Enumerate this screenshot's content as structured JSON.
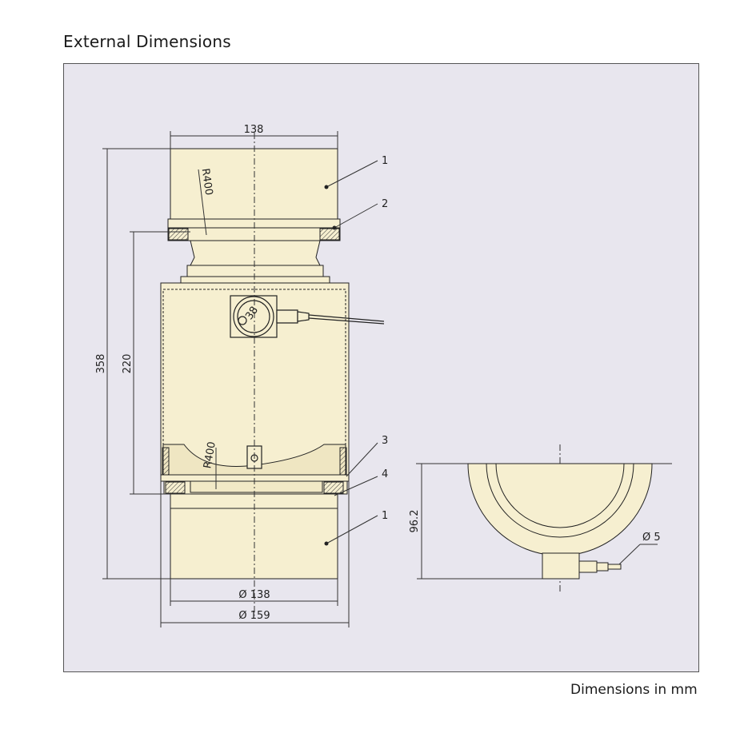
{
  "heading": "External Dimensions",
  "footer": "Dimensions in mm",
  "dimensions": {
    "top_width": "138",
    "total_height": "358",
    "inner_height": "220",
    "radius_top": "R400",
    "radius_bottom": "R400",
    "connector_dia": "38",
    "base_dia": "Ø 138",
    "outer_dia": "Ø 159",
    "side_height": "96.2",
    "cable_dia": "Ø 5"
  },
  "callouts": [
    "1",
    "2",
    "3",
    "4",
    "1"
  ],
  "colors": {
    "part_fill": "#f6efd0",
    "panel_bg": "#e8e6ee",
    "line": "#222222"
  }
}
